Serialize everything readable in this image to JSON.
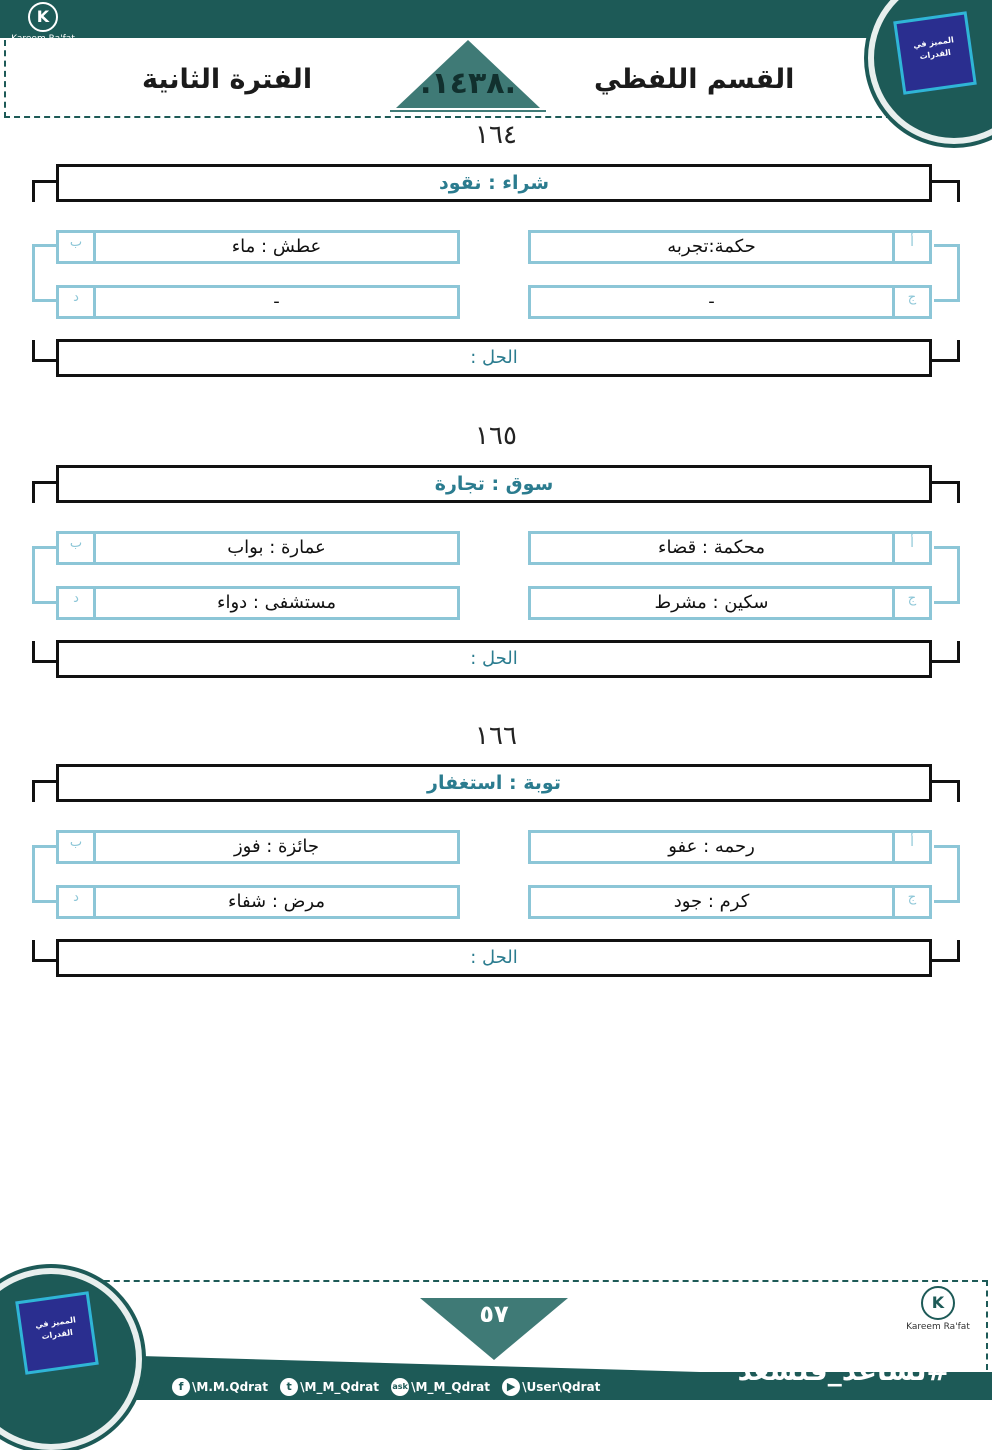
{
  "header": {
    "logo_text": "Kareem Ra'fat",
    "logo_letter": "K",
    "title_right": "القسم اللفظي",
    "title_left": "الفترة الثانية",
    "year": ".١٤٣٨.",
    "book_logo_text": "المميز في القدرات"
  },
  "questions": [
    {
      "number": "١٦٤",
      "stem": "شراء : نقود",
      "options": {
        "a": {
          "letter": "أ",
          "text": "حكمة:تجربه"
        },
        "b": {
          "letter": "ب",
          "text": "عطش : ماء"
        },
        "c": {
          "letter": "ج",
          "text": "-"
        },
        "d": {
          "letter": "د",
          "text": "-"
        }
      },
      "answer_label": "الحل :"
    },
    {
      "number": "١٦٥",
      "stem": "سوق : تجارة",
      "options": {
        "a": {
          "letter": "أ",
          "text": "محكمة : قضاء"
        },
        "b": {
          "letter": "ب",
          "text": "عمارة : بواب"
        },
        "c": {
          "letter": "ج",
          "text": "سكين : مشرط"
        },
        "d": {
          "letter": "د",
          "text": "مستشفى : دواء"
        }
      },
      "answer_label": "الحل :"
    },
    {
      "number": "١٦٦",
      "stem": "توبة : استغفار",
      "options": {
        "a": {
          "letter": "أ",
          "text": "رحمه : عفو"
        },
        "b": {
          "letter": "ب",
          "text": "جائزة : فوز"
        },
        "c": {
          "letter": "ج",
          "text": "كرم : جود"
        },
        "d": {
          "letter": "د",
          "text": "مرض : شفاء"
        }
      },
      "answer_label": "الحل :"
    }
  ],
  "footer": {
    "page_number": "٥٧",
    "hashtag": "#نساعد_فنسعد",
    "logo_text": "Kareem Ra'fat",
    "logo_letter": "K",
    "book_logo_text": "المميز في القدرات",
    "social": [
      {
        "icon": "f",
        "icon_name": "facebook-icon",
        "text": "\\M.M.Qdrat"
      },
      {
        "icon": "t",
        "icon_name": "twitter-icon",
        "text": "\\M_M_Qdrat"
      },
      {
        "icon": "ask",
        "icon_name": "askfm-icon",
        "text": "\\M_M_Qdrat"
      },
      {
        "icon": "▶",
        "icon_name": "youtube-icon",
        "text": "\\User\\Qdrat"
      }
    ]
  }
}
